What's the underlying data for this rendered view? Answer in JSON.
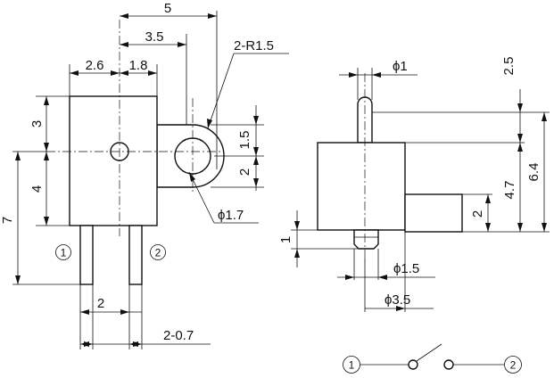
{
  "front_view": {
    "dim_total_width": "5",
    "dim_hole_offset": "3.5",
    "dim_radius": "2-R1.5",
    "dim_left_width": "2.6",
    "dim_center_width": "1.8",
    "dim_top_height": "3",
    "dim_lug_upper": "1.5",
    "dim_lug_lower": "2",
    "dim_lower_height": "4",
    "dim_total_height": "7",
    "dim_hole_diameter": "ϕ1.7",
    "dim_pin_pitch": "2",
    "dim_pin_width": "2-0.7",
    "pin1_label": "1",
    "pin2_label": "2"
  },
  "side_view": {
    "dim_plunger_diameter": "ϕ1",
    "dim_plunger_top": "2.5",
    "dim_lug_height": "2",
    "dim_body_to_plunger": "4.7",
    "dim_overall_height": "6.4",
    "dim_bottom_height": "1",
    "dim_stem_diameter": "ϕ1.5",
    "dim_base_diameter": "ϕ3.5"
  },
  "schematic": {
    "terminal1_label": "1",
    "terminal2_label": "2"
  }
}
